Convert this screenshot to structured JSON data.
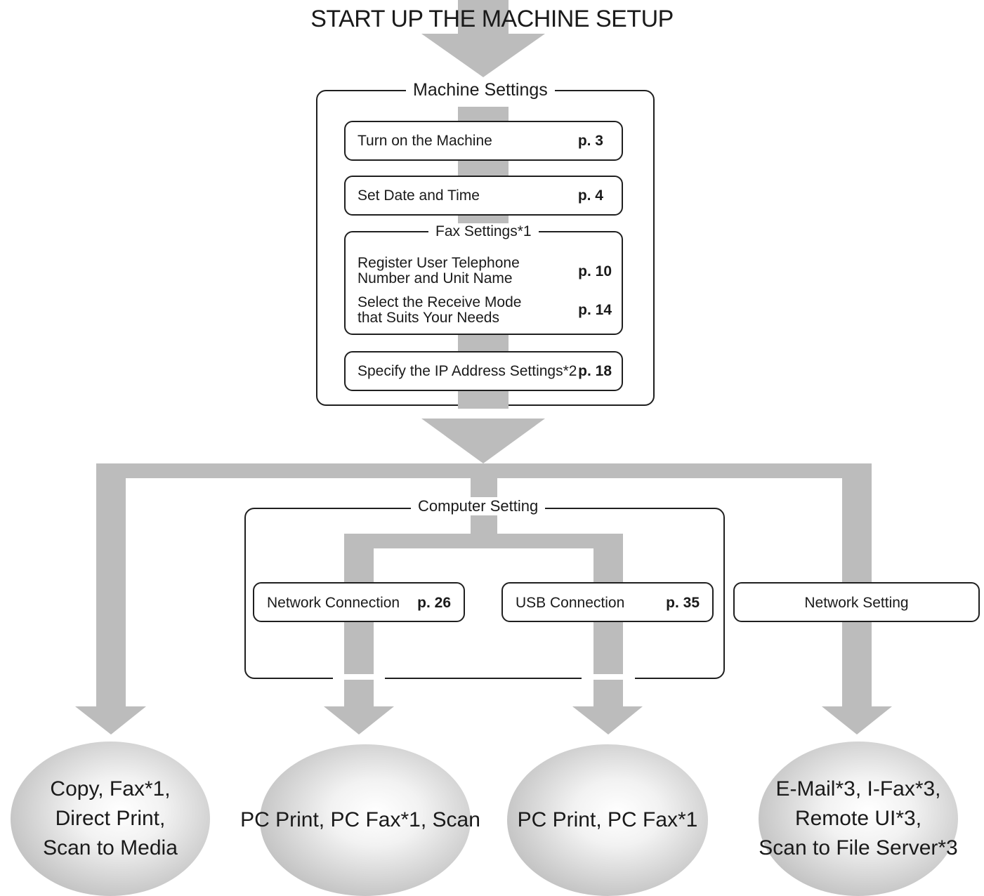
{
  "title": "START UP THE MACHINE SETUP",
  "colors": {
    "arrow": "#bcbcbc",
    "border": "#1f1f1f"
  },
  "machine_settings": {
    "label": "Machine Settings",
    "turn_on": {
      "text": "Turn on the Machine",
      "page": "p. 3"
    },
    "date_time": {
      "text": "Set Date and Time",
      "page": "p. 4"
    },
    "fax_settings": {
      "label": "Fax Settings*1",
      "register": {
        "text": "Register User Telephone\nNumber and Unit Name",
        "page": "p. 10"
      },
      "receive": {
        "text": "Select the Receive Mode\nthat Suits Your Needs",
        "page": "p. 14"
      }
    },
    "ip": {
      "text": "Specify the IP Address Settings*2",
      "page": "p. 18"
    }
  },
  "computer_setting": {
    "label": "Computer Setting",
    "network": {
      "text": "Network Connection",
      "page": "p. 26"
    },
    "usb": {
      "text": "USB Connection",
      "page": "p. 35"
    }
  },
  "network_setting": {
    "text": "Network Setting"
  },
  "outcomes": {
    "copy": "Copy, Fax*1,\nDirect Print,\nScan to Media",
    "pc_scan": "PC Print, PC Fax*1, Scan",
    "pc_fax": "PC Print, PC Fax*1",
    "email": "E-Mail*3, I-Fax*3,\nRemote UI*3,\nScan to File Server*3"
  }
}
